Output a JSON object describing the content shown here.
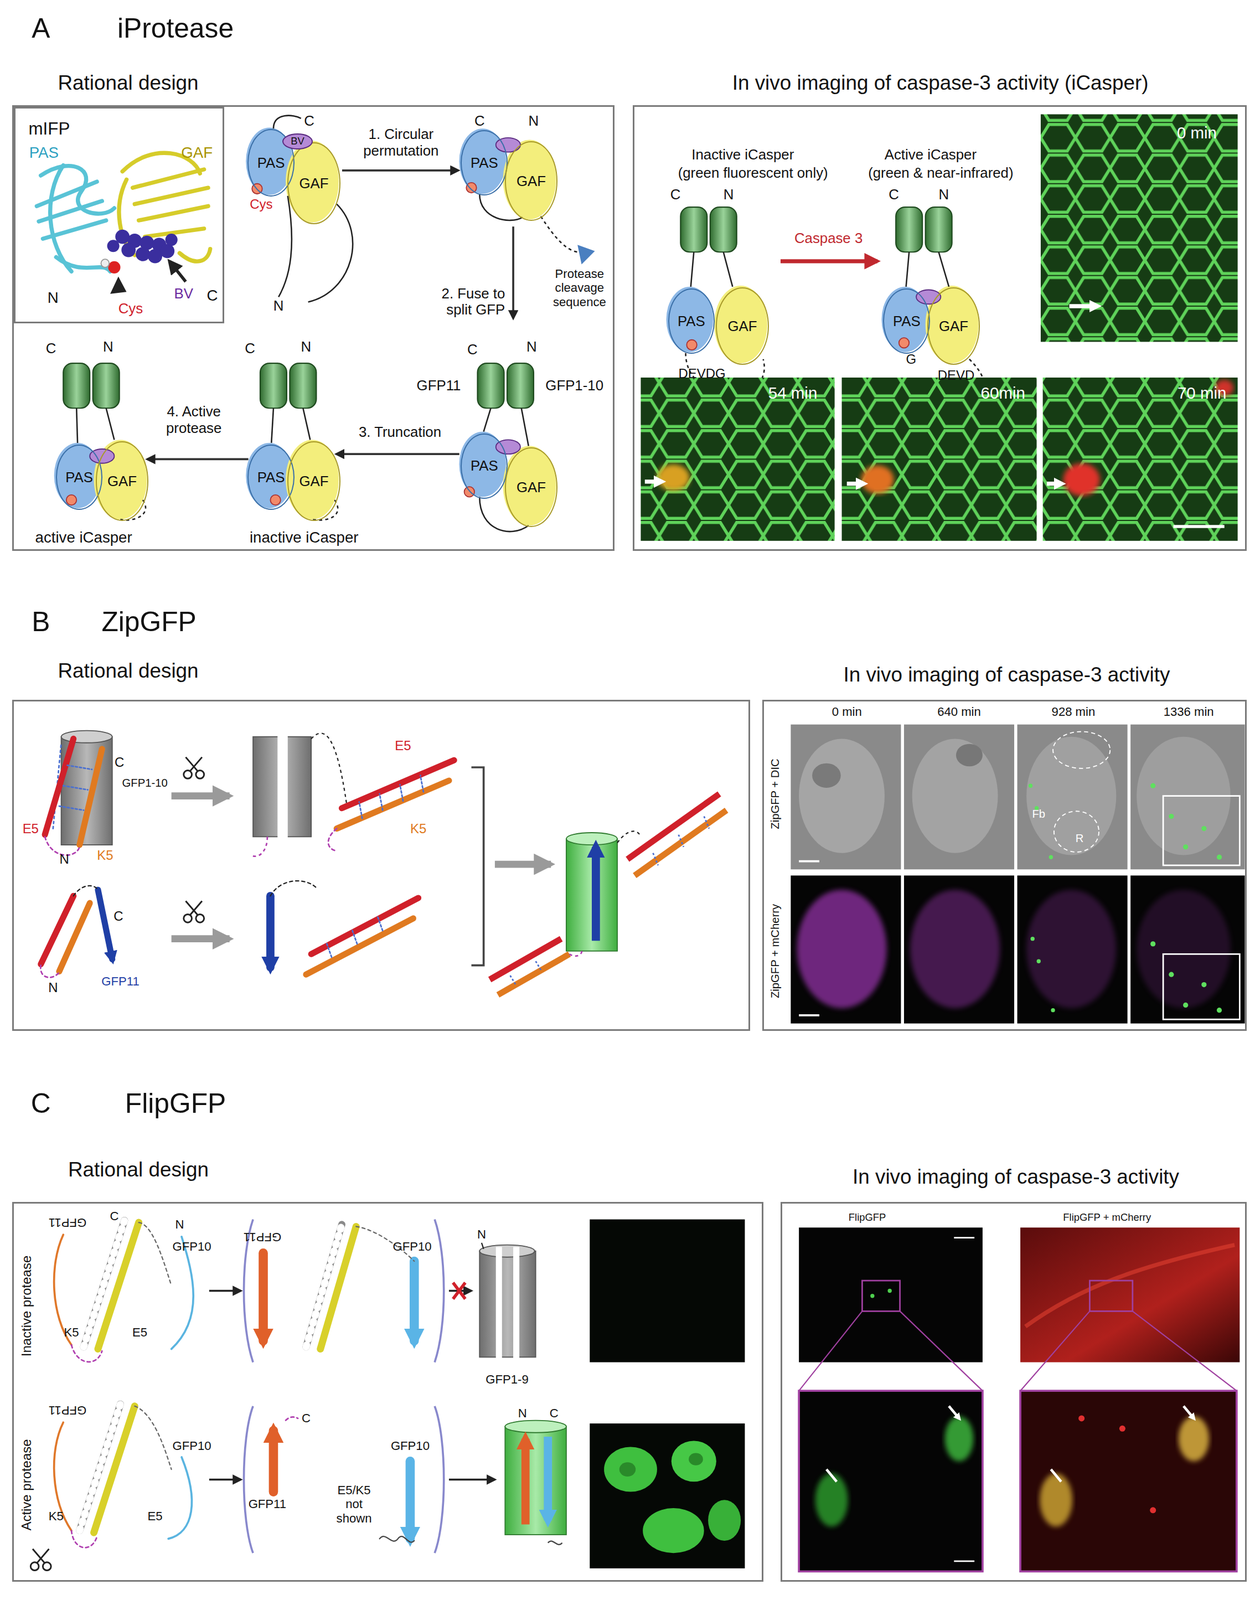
{
  "diagram": {
    "nodes": [
      {
        "text": [
          "Rational design"
        ]
      },
      {
        "text": [
          "mIFP"
        ],
        "in": 0
      },
      {
        "text": [
          "PAS"
        ],
        "in": 0
      },
      {
        "text": [
          "GAF"
        ],
        "in": 0
      },
      {
        "text": [
          "BV"
        ],
        "in": 0
      },
      {
        "text": [
          "PAS"
        ],
        "in": 0
      },
      {
        "text": [
          "GAF"
        ],
        "in": 0
      },
      {
        "text": [
          "PAS"
        ],
        "in": 0
      },
      {
        "text": [
          "GAF"
        ],
        "in": 0
      },
      {
        "text": [
          "PAS"
        ],
        "in": 0
      },
      {
        "text": [
          "GAF"
        ],
        "in": 0
      },
      {
        "text": [
          "PAS"
        ],
        "in": 0
      },
      {
        "text": [
          "GAF"
        ],
        "in": 0
      },
      {
        "text": [
          "In vivo imaging of caspase-3 activity (iCasper)"
        ]
      },
      {
        "text": [
          "PAS"
        ],
        "in": 13
      },
      {
        "text": [
          "GAF"
        ],
        "in": 13
      },
      {
        "text": [
          "PAS"
        ],
        "in": 13
      },
      {
        "text": [
          "GAF"
        ],
        "in": 13
      },
      {
        "text": [
          "Rational design"
        ]
      },
      {
        "text": [
          "In vivo imaging of caspase-3 activity"
        ]
      },
      {
        "text": [
          "Rational design"
        ]
      },
      {
        "text": [
          "In vivo imaging of caspase-3 activity"
        ]
      }
    ],
    "edges": [
      {
        "from": 3,
        "to": 5,
        "arrow": "to",
        "label": "1. Circular permutation"
      },
      {
        "from": 7,
        "to": 10,
        "arrow": "to",
        "label": "3. Truncation"
      },
      {
        "from": 9,
        "to": 12,
        "arrow": "to",
        "label": "4. Active protease"
      }
    ],
    "labels": [
      "A",
      "iProtease",
      "PAS",
      "GAF",
      "N",
      "C",
      "Cys",
      "BV",
      "C",
      "N",
      "Cys",
      "C",
      "N",
      "Protease cleavage sequence",
      "2. Fuse to split GFP",
      "C",
      "N",
      "GFP11",
      "GFP1-10",
      "C",
      "N",
      "inactive iCasper",
      "C",
      "N",
      "active iCasper",
      "Inactive iCasper",
      "(green fluorescent only)",
      "Active iCasper",
      "(green & near-infrared)",
      "C",
      "N",
      "DEVDG",
      "Caspase 3",
      "C",
      "N",
      "G",
      "DEVD",
      "0 min",
      "54 min",
      "60min",
      "70 min",
      "B",
      "ZipGFP",
      "C",
      "GFP1-10",
      "E5",
      "N",
      "K5",
      "E5",
      "K5",
      "C",
      "GFP11",
      "N",
      "0 min",
      "640 min",
      "928 min",
      "1336 min",
      "ZipGFP + DIC",
      "ZipGFP + mCherry",
      "Fb",
      "R",
      "C",
      "FlipGFP",
      "Inactive protease",
      "Active protease",
      "GFP11",
      "C",
      "N",
      "GFP10",
      "K5",
      "E5",
      "GFP11",
      "GFP10",
      "N",
      "GFP1-9",
      "GFP11",
      "GFP10",
      "K5",
      "E5",
      "C",
      "GFP10",
      "GFP11",
      "E5/K5 not shown",
      "N",
      "C",
      "FlipGFP",
      "FlipGFP + mCherry"
    ]
  }
}
